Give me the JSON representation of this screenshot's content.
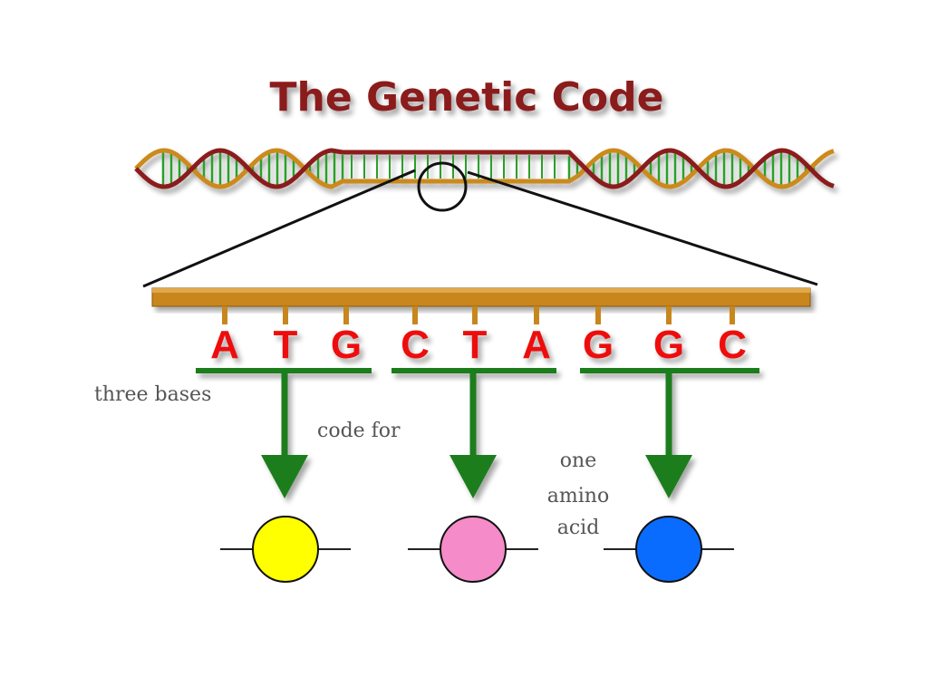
{
  "title": "The Genetic Code",
  "bases": [
    "A",
    "T",
    "G",
    "C",
    "T",
    "A",
    "G",
    "G",
    "C"
  ],
  "captions": {
    "three_bases": "three bases",
    "code_for": "code for",
    "one": "one",
    "amino": "amino",
    "acid": "acid"
  },
  "amino_acids": [
    {
      "color": "#ffff00"
    },
    {
      "color": "#f58bc8"
    },
    {
      "color": "#0a6cff"
    }
  ],
  "colors": {
    "title": "#8b1a1a",
    "strand_dark": "#8b1a1a",
    "strand_light": "#cc8a1a",
    "rungs": "#2aa02a",
    "backbone": "#c8861e",
    "bases": "#ee1111",
    "arrows": "#1e7d1e"
  }
}
